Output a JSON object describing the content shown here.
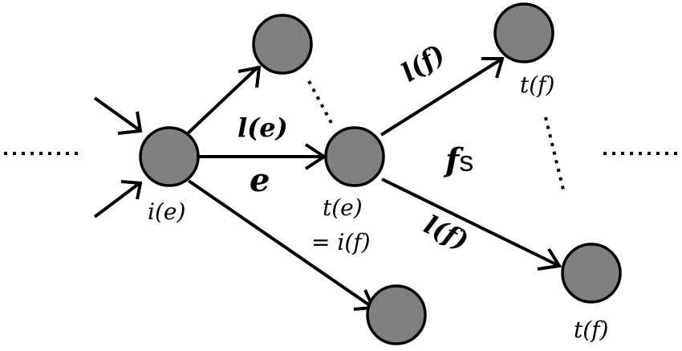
{
  "diagram": {
    "labels": {
      "i_e": "i(e)",
      "t_e": "t(e)",
      "eq_i_f": "= i(f)",
      "l_e": "l(e)",
      "e": "e",
      "l_f_upper": "l(f)",
      "l_f_lower": "l(f)",
      "t_f_upper": "t(f)",
      "t_f_lower": "t(f)",
      "fs_f": "f",
      "fs_s": "s"
    },
    "colors": {
      "node_fill": "#808080",
      "stroke": "#000000"
    }
  }
}
